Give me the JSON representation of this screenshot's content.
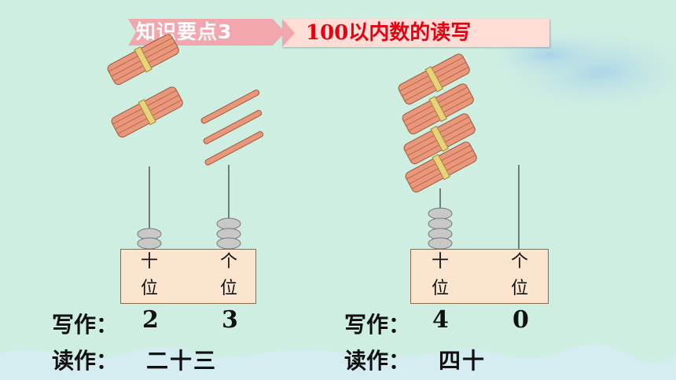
{
  "header": {
    "tag": "知识要点3",
    "topic": "100以内数的读写"
  },
  "left_example": {
    "places": {
      "tens_top": "十",
      "tens_bottom": "位",
      "ones_top": "个",
      "ones_bottom": "位"
    },
    "beads": {
      "tens": 2,
      "ones": 3
    },
    "bundles": 2,
    "single_sticks": 3,
    "write_label": "写作：",
    "write_tens": "2",
    "write_ones": "3",
    "read_label": "读作：",
    "read_value": "二十三"
  },
  "right_example": {
    "places": {
      "tens_top": "十",
      "tens_bottom": "位",
      "ones_top": "个",
      "ones_bottom": "位"
    },
    "beads": {
      "tens": 4,
      "ones": 0
    },
    "bundles": 4,
    "single_sticks": 0,
    "write_label": "写作：",
    "write_tens": "4",
    "write_ones": "0",
    "read_label": "读作：",
    "read_value": "四十"
  },
  "colors": {
    "background": "#cfeee2",
    "stick": "#e9967a",
    "tie": "#e8d27a",
    "bead": "#c8c8c8",
    "counter": "#fbe5cf"
  }
}
